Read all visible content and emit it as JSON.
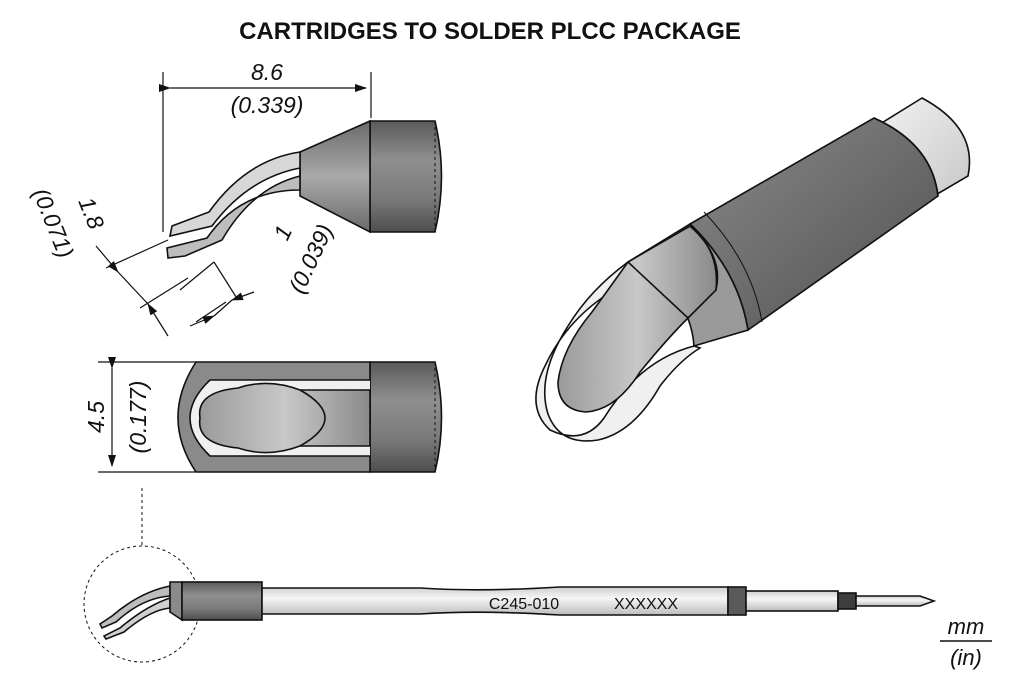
{
  "title": "CARTRIDGES TO SOLDER PLCC PACKAGE",
  "dimensions": {
    "length": {
      "mm": "8.6",
      "in": "(0.339)"
    },
    "tip_thickness": {
      "mm": "1.8",
      "in": "(0.071)"
    },
    "blade_thickness": {
      "mm": "1",
      "in": "(0.039)"
    },
    "width": {
      "mm": "4.5",
      "in": "(0.177)"
    }
  },
  "cartridge": {
    "model": "C245-010",
    "serial": "XXXXXX"
  },
  "units": {
    "primary": "mm",
    "secondary": "(in)"
  },
  "colors": {
    "metal_dark": "#6e6e6e",
    "metal_mid": "#8c8c8c",
    "metal_light": "#e2e2e2",
    "shaft": "#ebebeb",
    "outline": "#111111"
  }
}
